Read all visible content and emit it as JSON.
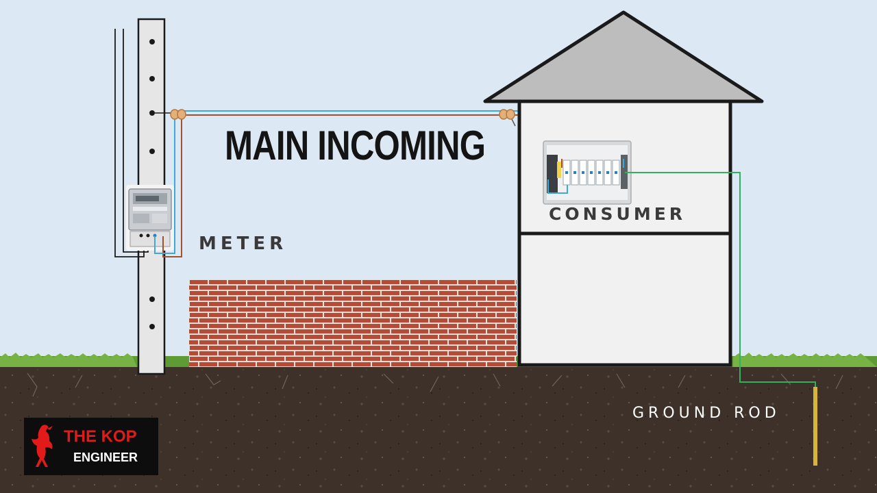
{
  "title": "MAIN INCOMING",
  "labels": {
    "meter": "METER",
    "consumer": "CONSUMER",
    "ground_rod": "GROUND ROD"
  },
  "logo": {
    "line1": "THE KOP",
    "line2": "ENGINEER"
  },
  "colors": {
    "sky": "#dce9f5",
    "soil": "#3e3129",
    "grass": "#5f9b34",
    "brick": "#b64a34",
    "mortar": "#e6e2de",
    "roof": "#bdbdbd",
    "house_wall": "#f1f1f1",
    "live_wire": "#a0522d",
    "neutral_wire": "#3ea9d8",
    "earth_wire": "#2fb35a",
    "ground_rod": "#d8b43a",
    "logo_red": "#e21a1a"
  },
  "icons": [
    "utility-pole-icon",
    "energy-meter-icon",
    "consumer-unit-icon",
    "ground-rod-icon",
    "liverbird-logo-icon"
  ]
}
